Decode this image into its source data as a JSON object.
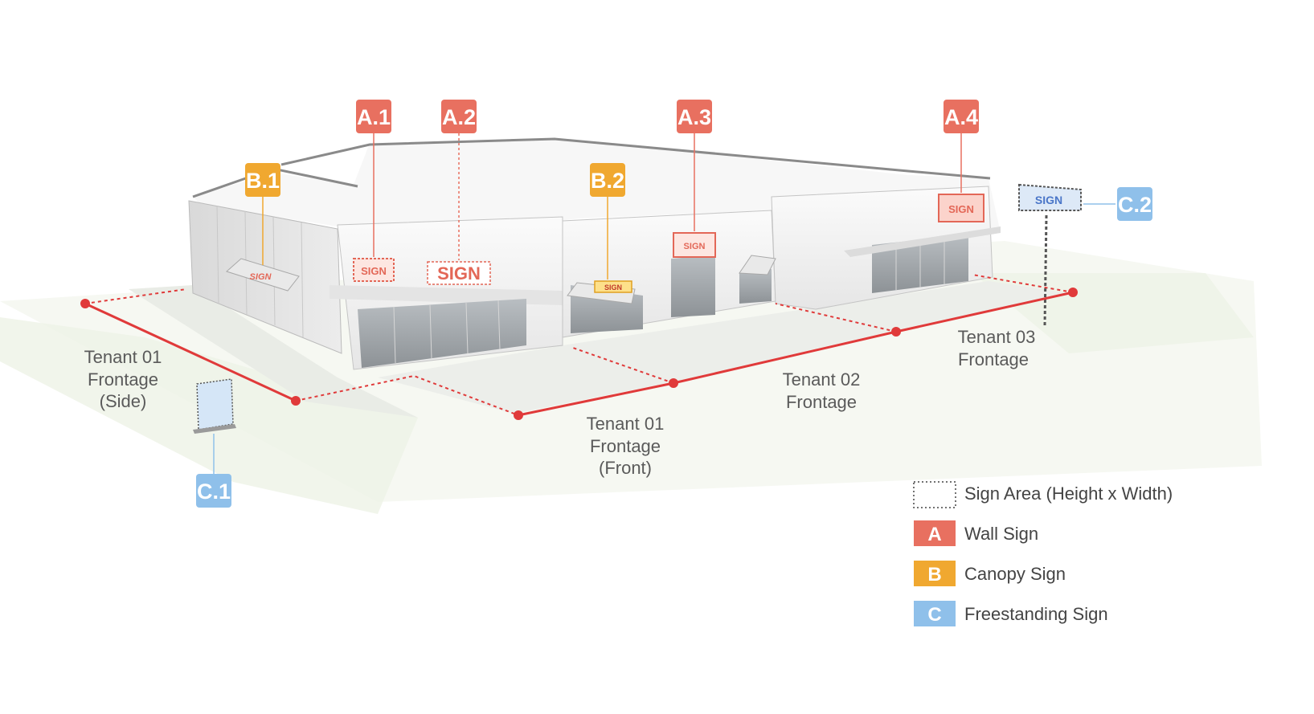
{
  "colors": {
    "wall": "#e87060",
    "canopy": "#f0a830",
    "freestanding": "#8fc0ea",
    "frontage_line": "#e03a3a",
    "building": "#f2f2f2",
    "text": "#555555"
  },
  "markers": [
    {
      "id": "A.1",
      "type": "wall"
    },
    {
      "id": "A.2",
      "type": "wall"
    },
    {
      "id": "A.3",
      "type": "wall"
    },
    {
      "id": "A.4",
      "type": "wall"
    },
    {
      "id": "B.1",
      "type": "canopy"
    },
    {
      "id": "B.2",
      "type": "canopy"
    },
    {
      "id": "C.1",
      "type": "freestanding"
    },
    {
      "id": "C.2",
      "type": "freestanding"
    }
  ],
  "sign_text": "SIGN",
  "frontages": {
    "t1_side": [
      "Tenant 01",
      "Frontage",
      "(Side)"
    ],
    "t1_front": [
      "Tenant 01",
      "Frontage",
      "(Front)"
    ],
    "t2": [
      "Tenant 02",
      "Frontage"
    ],
    "t3": [
      "Tenant 03",
      "Frontage"
    ]
  },
  "legend": {
    "sign_area": "Sign Area (Height x Width)",
    "items": [
      {
        "letter": "A",
        "label": "Wall Sign",
        "type": "wall"
      },
      {
        "letter": "B",
        "label": "Canopy Sign",
        "type": "canopy"
      },
      {
        "letter": "C",
        "label": "Freestanding Sign",
        "type": "freestanding"
      }
    ]
  }
}
